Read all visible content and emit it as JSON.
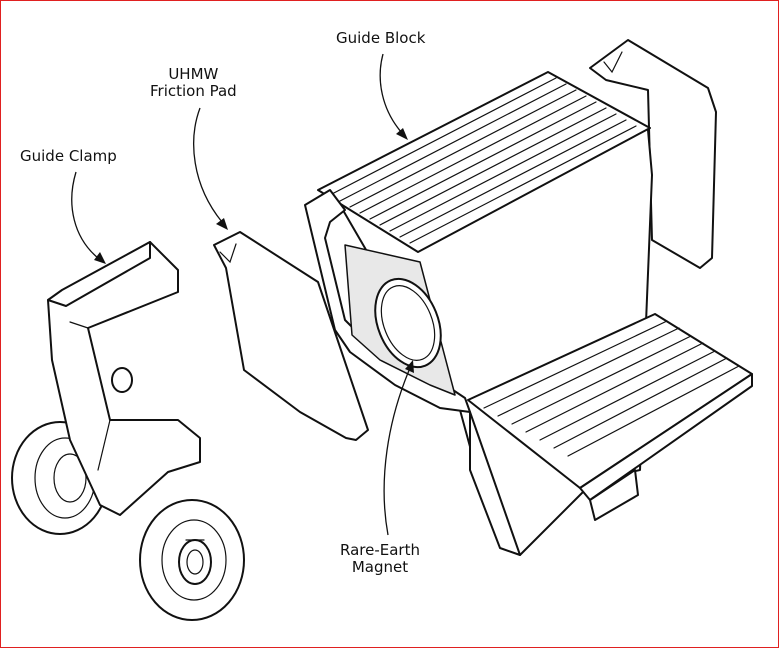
{
  "labels": {
    "guide_block": "Guide Block",
    "uhmw_line1": "UHMW",
    "uhmw_line2": "Friction Pad",
    "guide_clamp": "Guide Clamp",
    "magnet_line1": "Rare-Earth",
    "magnet_line2": "Magnet"
  },
  "colors": {
    "border": "#e02020",
    "ink": "#111111"
  }
}
